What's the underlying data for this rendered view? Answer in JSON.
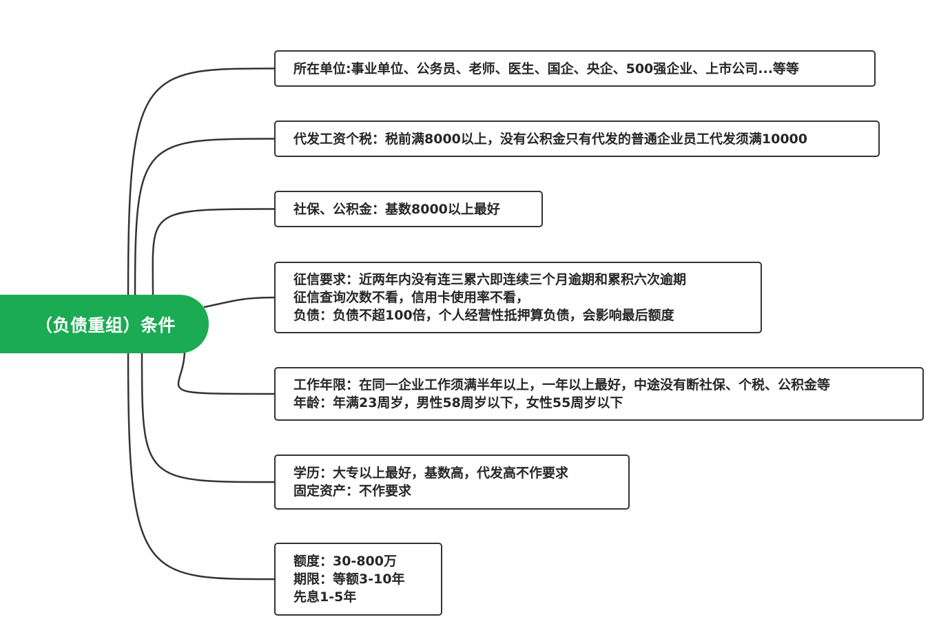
{
  "root": {
    "label": "（负债重组）条件",
    "color": "#1aab53"
  },
  "branches": [
    {
      "lines": [
        "所在单位:事业单位、公务员、老师、医生、国企、央企、500强企业、上市公司...等等"
      ]
    },
    {
      "lines": [
        "代发工资个税：税前满8000以上，没有公积金只有代发的普通企业员工代发须满10000"
      ]
    },
    {
      "lines": [
        "社保、公积金：基数8000以上最好"
      ]
    },
    {
      "lines": [
        "征信要求：近两年内没有连三累六即连续三个月逾期和累积六次逾期",
        "征信查询次数不看，信用卡使用率不看，",
        "负债：负债不超100倍，个人经营性抵押算负债，会影响最后额度"
      ]
    },
    {
      "lines": [
        "工作年限：在同一企业工作须满半年以上，一年以上最好，中途没有断社保、个税、公积金等",
        "年龄：年满23周岁，男性58周岁以下，女性55周岁以下"
      ]
    },
    {
      "lines": [
        "学历：大专以上最好，基数高，代发高不作要求",
        "固定资产：不作要求"
      ]
    },
    {
      "lines": [
        "额度：30-800万",
        "期限：等额3-10年",
        "先息1-5年"
      ]
    }
  ]
}
